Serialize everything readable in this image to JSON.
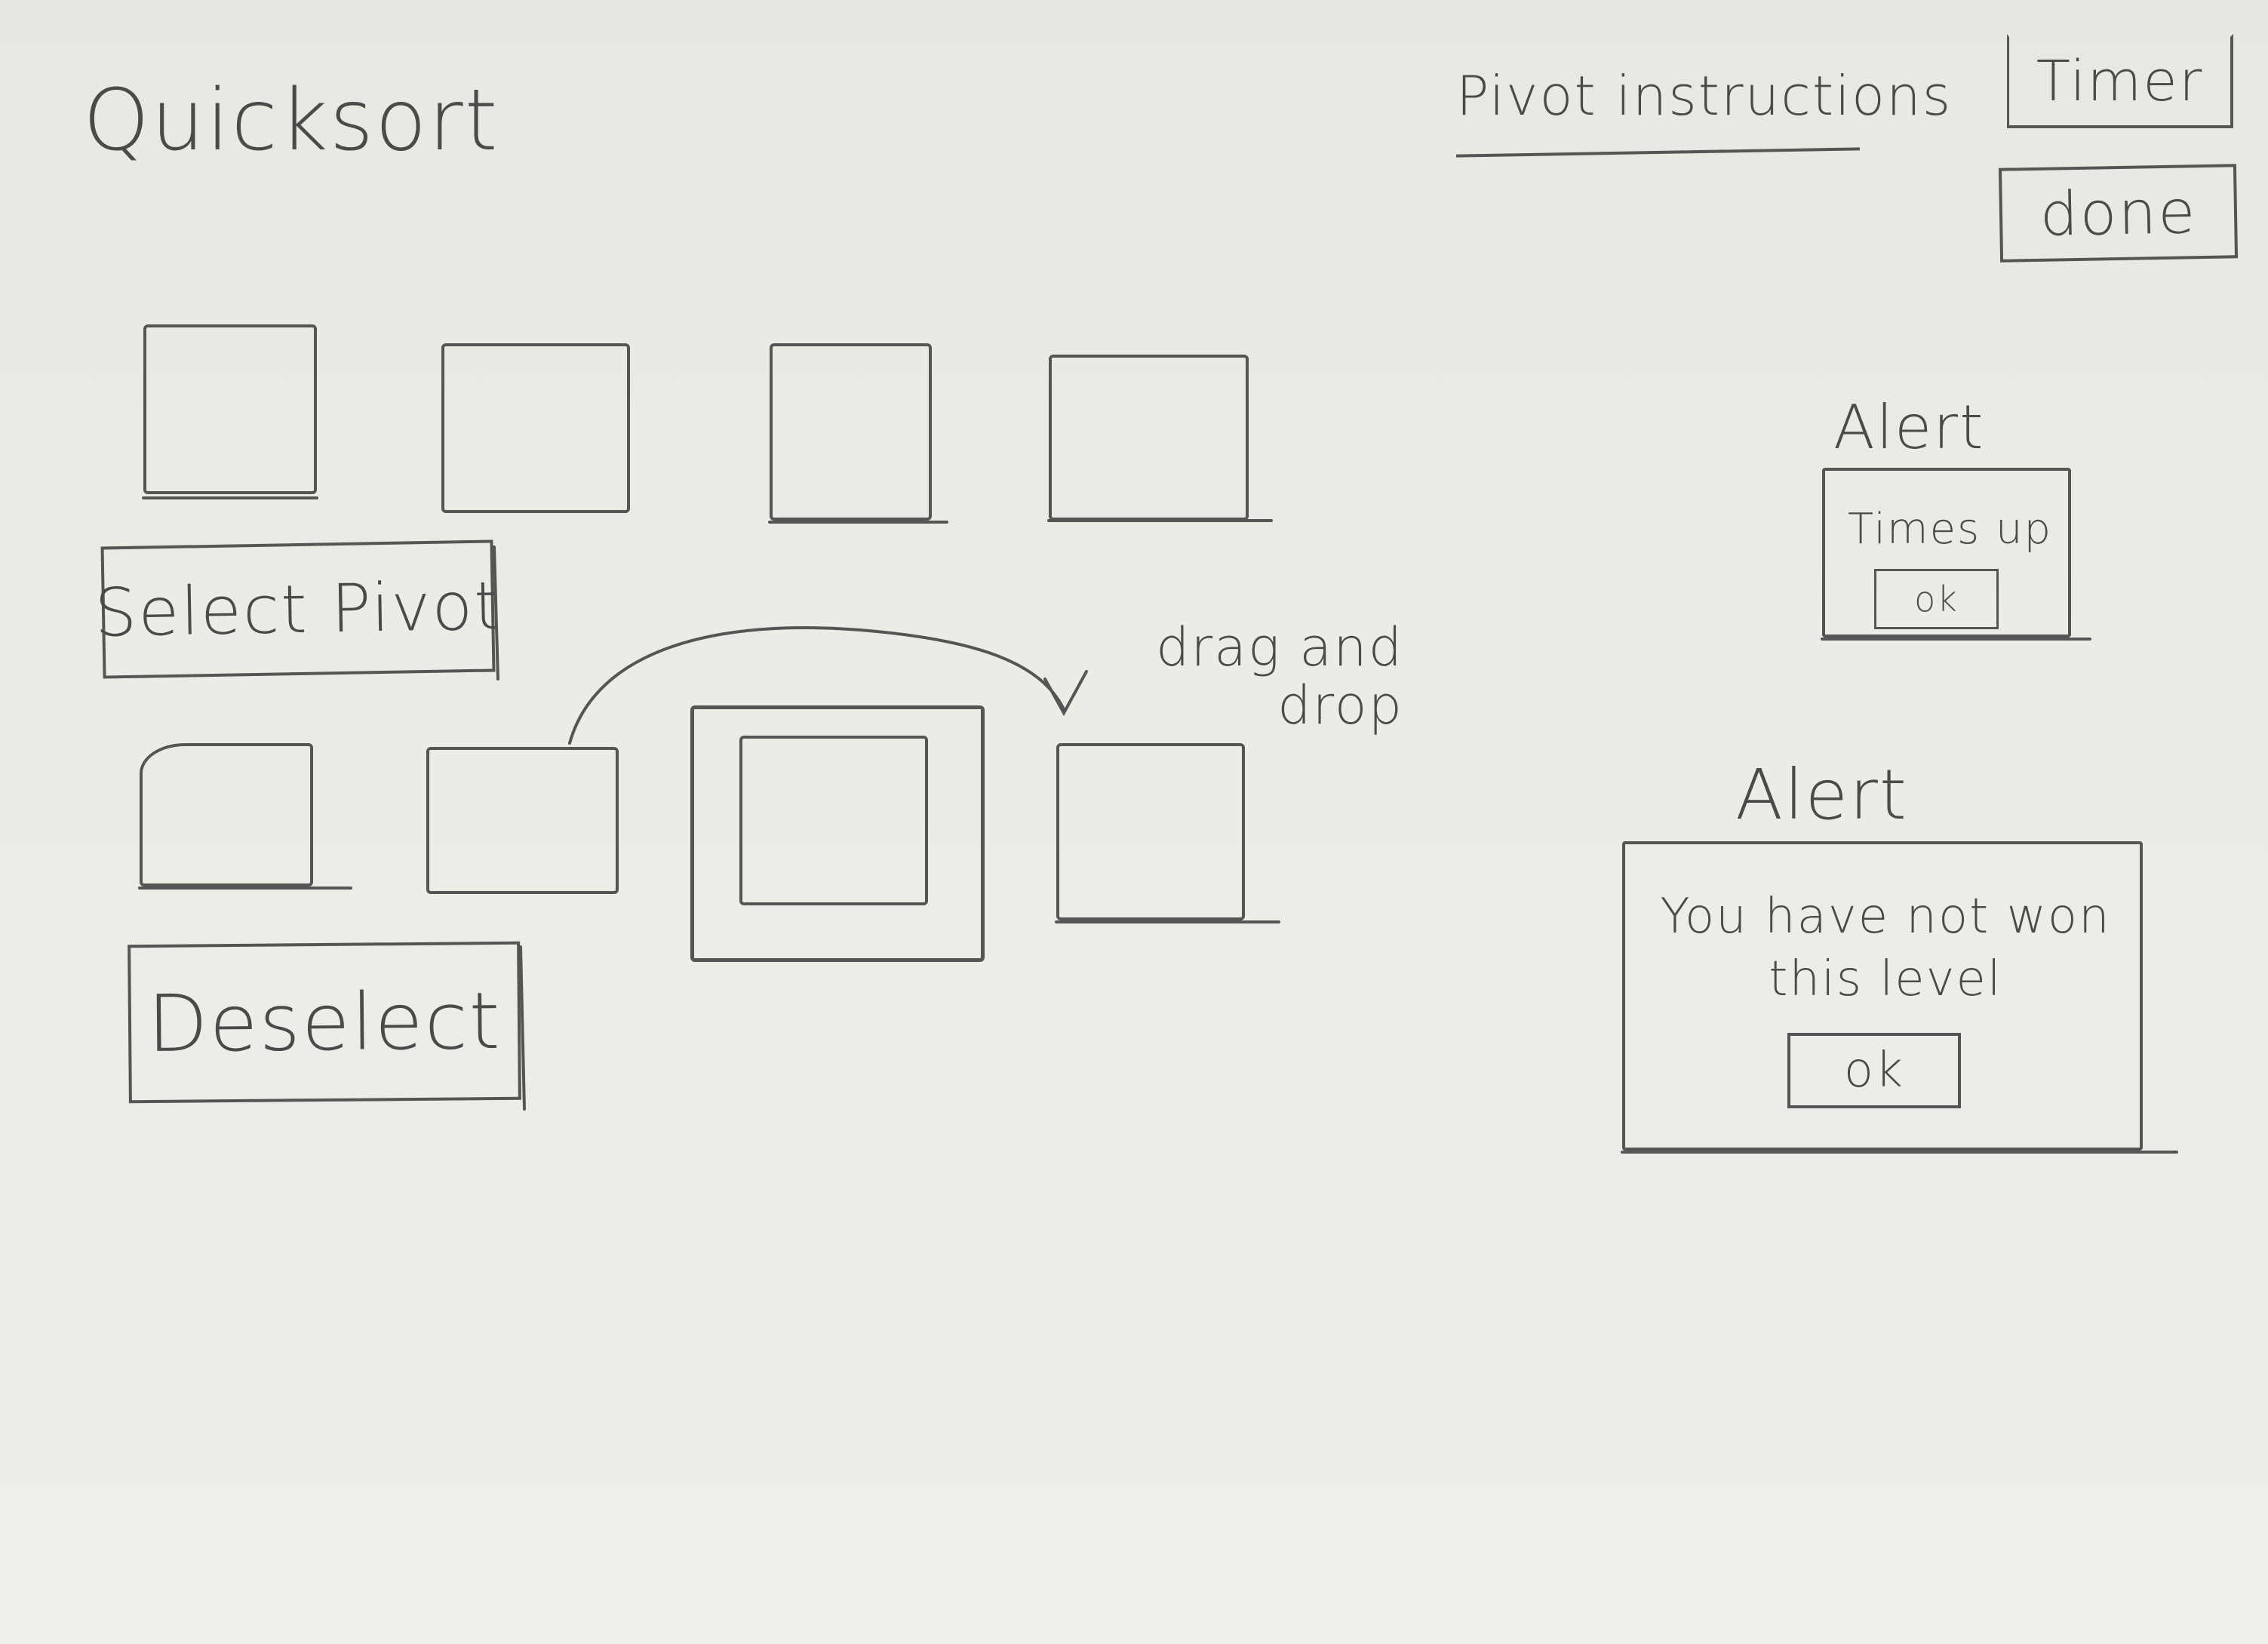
{
  "app": {
    "title": "Quicksort"
  },
  "header": {
    "pivot_instructions_label": "Pivot instructions",
    "timer_label": "Timer",
    "done_label": "done"
  },
  "controls": {
    "select_pivot_label": "Select Pivot",
    "deselect_label": "Deselect"
  },
  "annotation": {
    "drag_drop_text": "drag and drop"
  },
  "alerts": [
    {
      "title": "Alert",
      "message": "Times up",
      "ok_label": "ok"
    },
    {
      "title": "Alert",
      "message": "You have not won this level",
      "ok_label": "ok"
    }
  ],
  "colors": {
    "paper": "#ecebe6",
    "ink": "#4a4a4a"
  }
}
